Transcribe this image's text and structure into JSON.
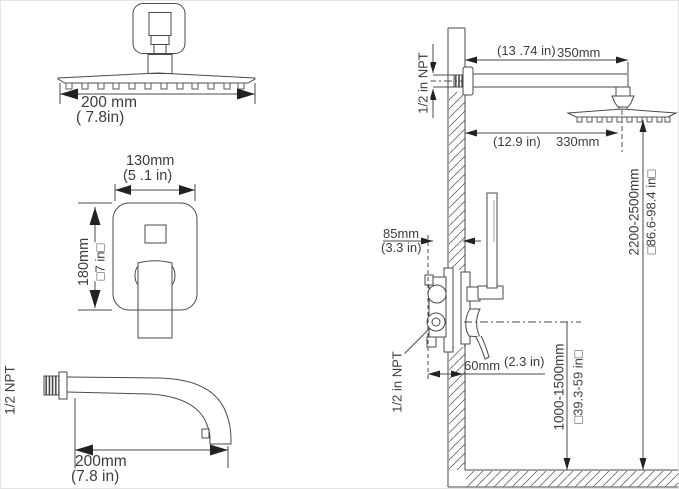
{
  "showerhead": {
    "width_mm": "200 mm",
    "width_in": "( 7.8in)"
  },
  "valve": {
    "width_mm": "130mm",
    "width_in": "(5 .1 in)",
    "height_mm": "180mm",
    "height_in": "□7 in□"
  },
  "spout": {
    "thread": "1/2 NPT",
    "length_mm": "200mm",
    "length_in": "(7.8 in)"
  },
  "install": {
    "arm_in": "(13 .74 in)",
    "arm_mm": "350mm",
    "thread_top": "1/2 in NPT",
    "head_in": "(12.9 in)",
    "head_mm": "330mm",
    "depth_mm": "85mm",
    "depth_in": "(3.3 in)",
    "offset_mm": "60mm",
    "offset_in": "(2.3 in)",
    "thread_bottom": "1/2 in NPT",
    "valve_height_mm": "1000-1500mm",
    "valve_height_in": "□39.3-59 in□",
    "overall_height_mm": "2200-2500mm",
    "overall_height_in": "□86.6-98.4 in□"
  },
  "colors": {
    "line": "#4a4a4a",
    "hatch": "#6a6a6a",
    "arrow": "#222222",
    "text": "#3d3d3d",
    "background": "#ffffff"
  }
}
